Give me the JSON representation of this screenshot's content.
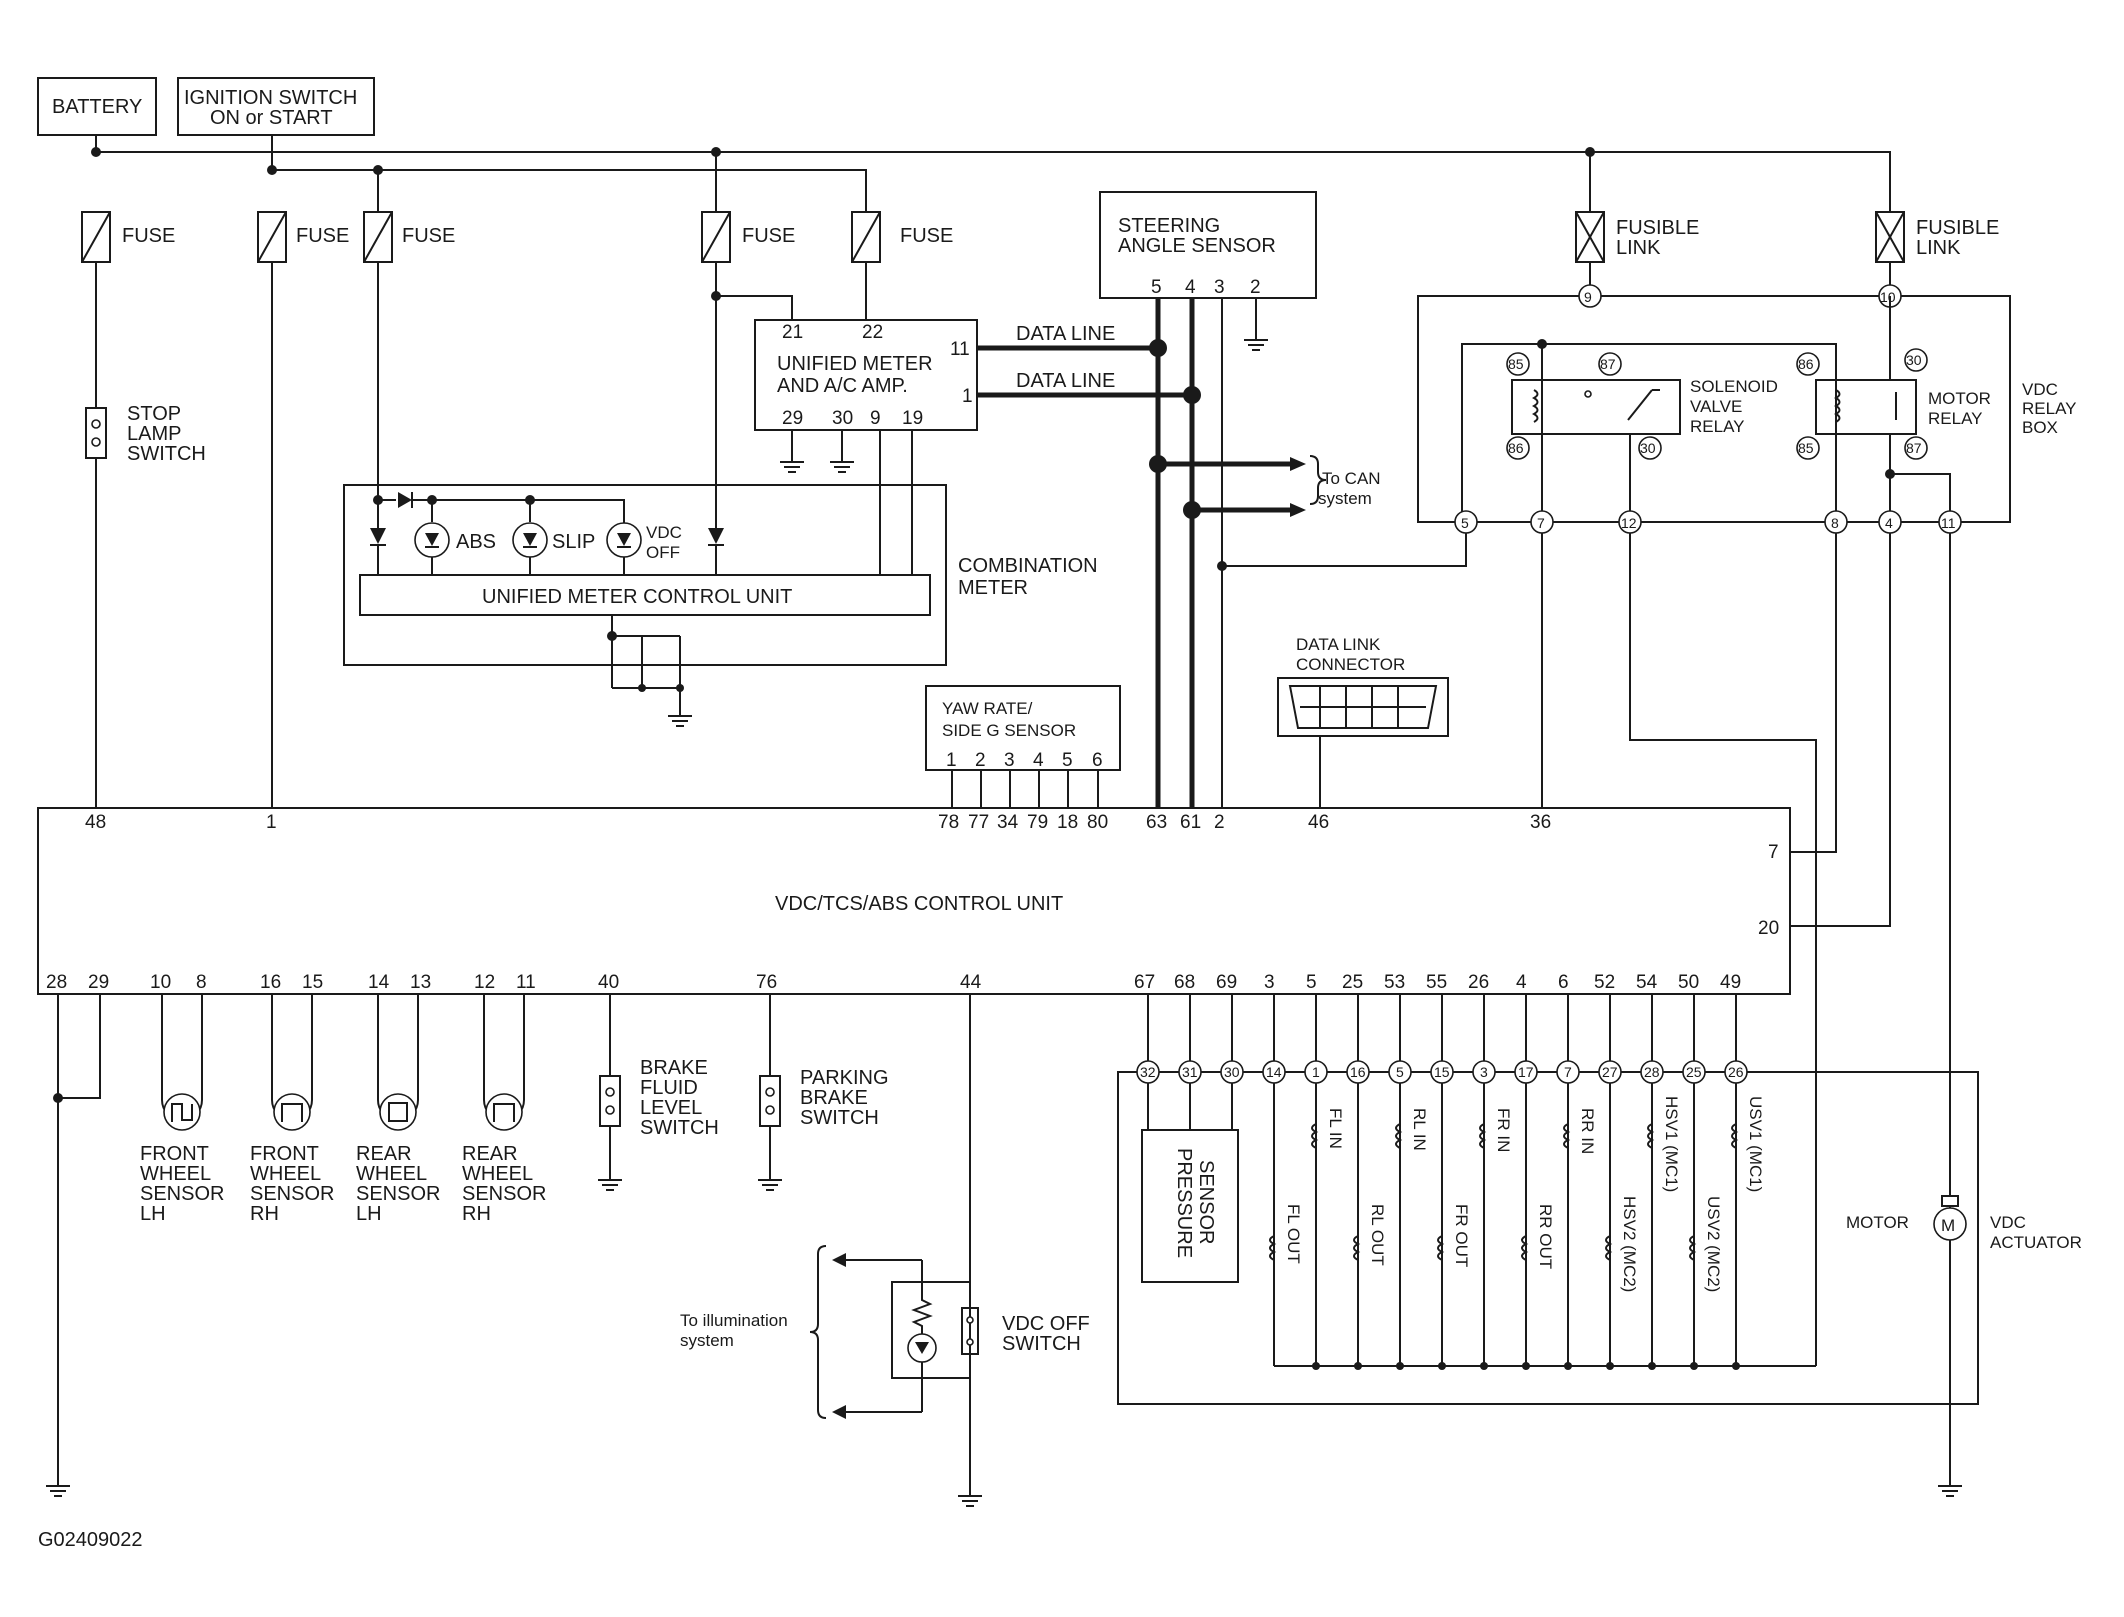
{
  "components": {
    "battery": "BATTERY",
    "ignition": [
      "IGNITION SWITCH",
      "ON or START"
    ],
    "fuse": "FUSE",
    "fusible_link": [
      "FUSIBLE",
      "LINK"
    ],
    "stop_lamp": [
      "STOP",
      "LAMP",
      "SWITCH"
    ],
    "steering": [
      "STEERING",
      "ANGLE SENSOR"
    ],
    "steering_pins": [
      "5",
      "4",
      "3",
      "2"
    ],
    "meter_amp": [
      "UNIFIED METER",
      "AND A/C AMP."
    ],
    "meter_amp_pins_top": [
      "21",
      "22"
    ],
    "meter_amp_pins_right": [
      "11",
      "1"
    ],
    "meter_amp_pins_bottom": [
      "29",
      "30",
      "9",
      "19"
    ],
    "data_line": "DATA LINE",
    "to_can": [
      "To CAN",
      "system"
    ],
    "combination_meter": [
      "COMBINATION",
      "METER"
    ],
    "unified_meter_cu": "UNIFIED METER CONTROL UNIT",
    "lamps": [
      "ABS",
      "SLIP",
      "VDC",
      "OFF"
    ],
    "solenoid_relay": [
      "SOLENOID",
      "VALVE",
      "RELAY"
    ],
    "motor_relay": [
      "MOTOR",
      "RELAY"
    ],
    "relay_box": [
      "VDC",
      "RELAY",
      "BOX"
    ],
    "relay_pins": [
      "85",
      "87",
      "86",
      "30",
      "86",
      "30",
      "85",
      "87"
    ],
    "box_pins_top": [
      "9",
      "10"
    ],
    "box_pins_bottom": [
      "5",
      "7",
      "12",
      "8",
      "4",
      "11"
    ],
    "dlc": [
      "DATA LINK",
      "CONNECTOR"
    ],
    "yaw": [
      "YAW RATE/",
      "SIDE G SENSOR"
    ],
    "yaw_pins": [
      "1",
      "2",
      "3",
      "4",
      "5",
      "6"
    ],
    "cu_title": "VDC/TCS/ABS CONTROL UNIT",
    "cu_top_pins": [
      "48",
      "1",
      "78",
      "77",
      "34",
      "79",
      "18",
      "80",
      "63",
      "61",
      "2",
      "46",
      "36"
    ],
    "cu_right_pins": [
      "7",
      "20"
    ],
    "cu_bottom_pins": [
      "28",
      "29",
      "10",
      "8",
      "16",
      "15",
      "14",
      "13",
      "12",
      "11",
      "40",
      "76",
      "44",
      "67",
      "68",
      "69",
      "3",
      "5",
      "25",
      "53",
      "55",
      "26",
      "4",
      "6",
      "52",
      "54",
      "50",
      "49"
    ],
    "wheel_sensors": [
      [
        "FRONT",
        "WHEEL",
        "SENSOR",
        "LH"
      ],
      [
        "FRONT",
        "WHEEL",
        "SENSOR",
        "RH"
      ],
      [
        "REAR",
        "WHEEL",
        "SENSOR",
        "LH"
      ],
      [
        "REAR",
        "WHEEL",
        "SENSOR",
        "RH"
      ]
    ],
    "brake_fluid": [
      "BRAKE",
      "FLUID",
      "LEVEL",
      "SWITCH"
    ],
    "parking_brake": [
      "PARKING",
      "BRAKE",
      "SWITCH"
    ],
    "illumination": [
      "To illumination",
      "system"
    ],
    "vdc_off_switch": [
      "VDC OFF",
      "SWITCH"
    ],
    "actuator_pins": [
      "32",
      "31",
      "30",
      "14",
      "1",
      "16",
      "5",
      "15",
      "3",
      "17",
      "7",
      "27",
      "28",
      "25",
      "26"
    ],
    "pressure_sensor": [
      "PRESSURE",
      "SENSOR"
    ],
    "valves_top": [
      "FL IN",
      "RL IN",
      "FR IN",
      "RR IN",
      "HSV1 (MC1)",
      "USV1 (MC1)"
    ],
    "valves_bottom": [
      "FL OUT",
      "RL OUT",
      "FR OUT",
      "RR OUT",
      "HSV2 (MC2)",
      "USV2 (MC2)"
    ],
    "motor": "MOTOR",
    "motor_symbol": "M",
    "vdc_actuator": [
      "VDC",
      "ACTUATOR"
    ],
    "figure_id": "G02409022"
  }
}
